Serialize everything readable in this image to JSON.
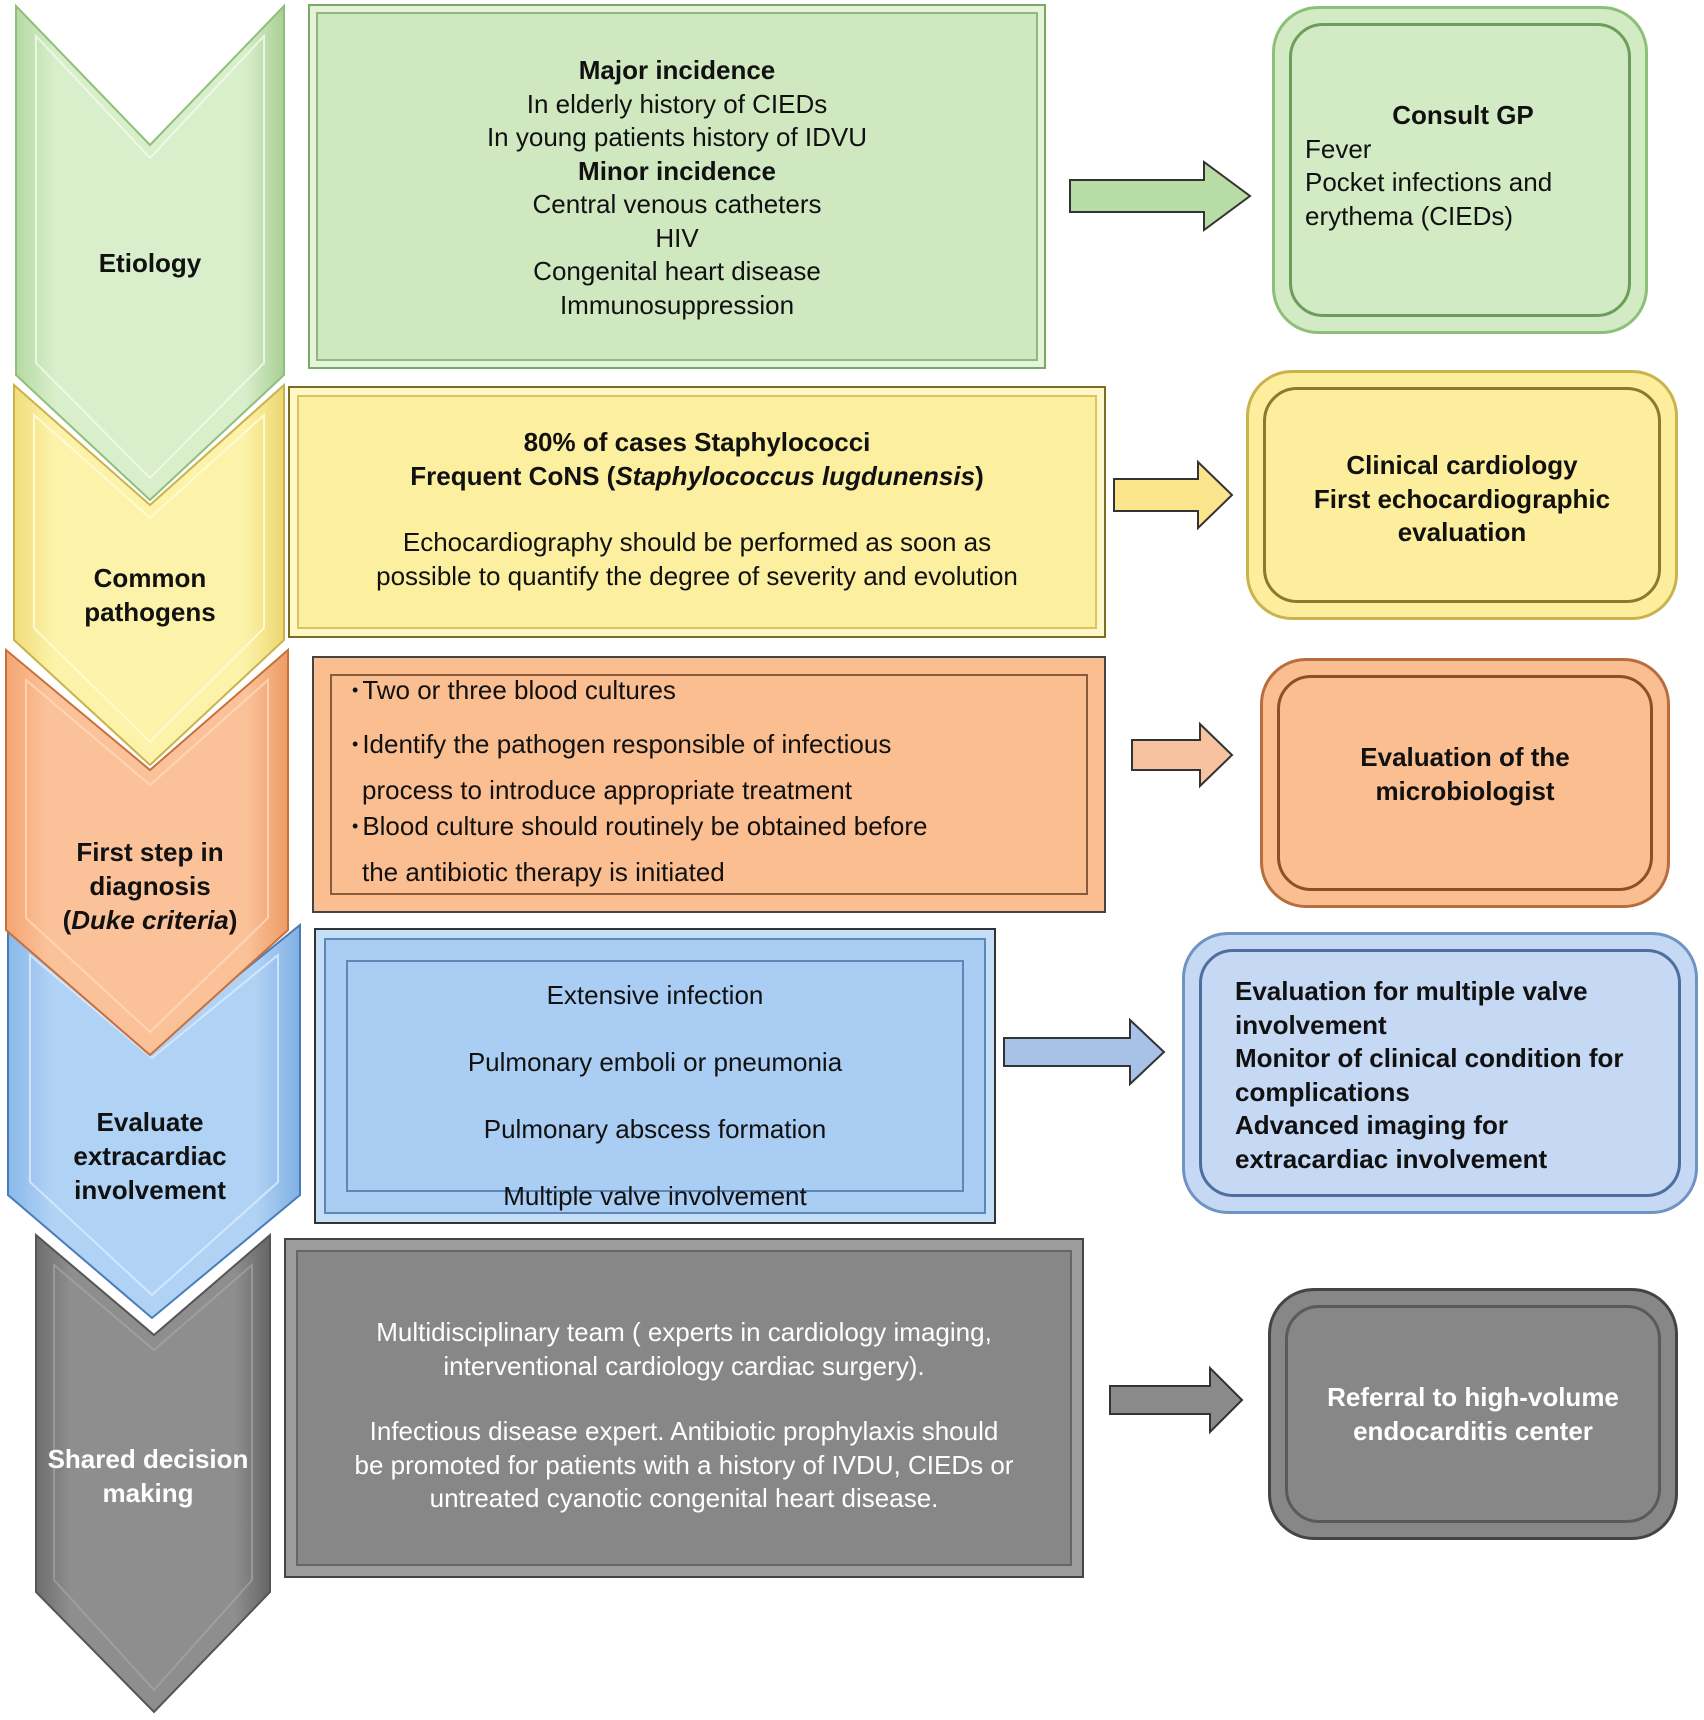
{
  "colors": {
    "green": "#d4ebc6",
    "yellow": "#fdf1a6",
    "orange": "#fbbe91",
    "blue": "#a9cdf3",
    "gray": "#8a8a8a"
  },
  "stages": [
    {
      "label_lines": [
        "Etiology"
      ],
      "detail": {
        "lines": [
          {
            "text": "Major incidence",
            "bold": true
          },
          {
            "text": "In elderly history of CIEDs"
          },
          {
            "text": "In young patients history of IDVU"
          },
          {
            "text": "Minor incidence",
            "bold": true
          },
          {
            "text": "Central venous catheters"
          },
          {
            "text": "HIV"
          },
          {
            "text": "Congenital heart disease"
          },
          {
            "text": "Immunosuppression"
          }
        ]
      },
      "result": {
        "title": "Consult GP",
        "lines": [
          "Fever",
          "Pocket infections and",
          "erythema (CIEDs)"
        ]
      }
    },
    {
      "label_lines": [
        "Common",
        "pathogens"
      ],
      "detail": {
        "bold_line_1": "80% of cases Staphylococci",
        "bold_line_2_pre": "Frequent CoNS (",
        "bold_line_2_italic": "Staphylococcus lugdunensis",
        "bold_line_2_post": ")",
        "para_lines": [
          "Echocardiography should be performed as soon as",
          "possible to quantify the degree of severity and evolution"
        ]
      },
      "result": {
        "lines": [
          "Clinical cardiology",
          "First echocardiographic",
          "evaluation"
        ]
      }
    },
    {
      "label_lines": [
        "First step in",
        "diagnosis"
      ],
      "label_italic_pre": "(",
      "label_italic": "Duke criteria",
      "label_italic_post": ")",
      "detail": {
        "bullet_1": "Two or three blood cultures",
        "bullet_2": "Identify the pathogen responsible of infectious",
        "bullet_2_cont": "process to introduce appropriate treatment",
        "bullet_3": "Blood culture should routinely be obtained before",
        "bullet_3_cont": "the antibiotic therapy is initiated"
      },
      "result": {
        "lines": [
          "Evaluation of the",
          "microbiologist"
        ]
      }
    },
    {
      "label_lines": [
        "Evaluate",
        "extracardiac",
        "involvement"
      ],
      "detail": {
        "items": [
          "Extensive infection",
          "Pulmonary emboli or pneumonia",
          "Pulmonary abscess formation",
          "Multiple valve involvement"
        ]
      },
      "result": {
        "lines": [
          "Evaluation for multiple valve",
          "involvement",
          "Monitor of clinical condition for",
          "complications",
          "Advanced imaging for",
          "extracardiac involvement"
        ]
      }
    },
    {
      "label_lines": [
        "Shared decision",
        "making"
      ],
      "detail": {
        "para1_lines": [
          "Multidisciplinary team ( experts in cardiology imaging,",
          "interventional cardiology cardiac surgery)."
        ],
        "para2_lines": [
          "Infectious disease expert. Antibiotic prophylaxis should",
          "be promoted for patients with a history of IVDU, CIEDs or",
          "untreated cyanotic congenital heart disease."
        ]
      },
      "result": {
        "lines": [
          "Referral to high-volume",
          "endocarditis center"
        ]
      }
    }
  ]
}
